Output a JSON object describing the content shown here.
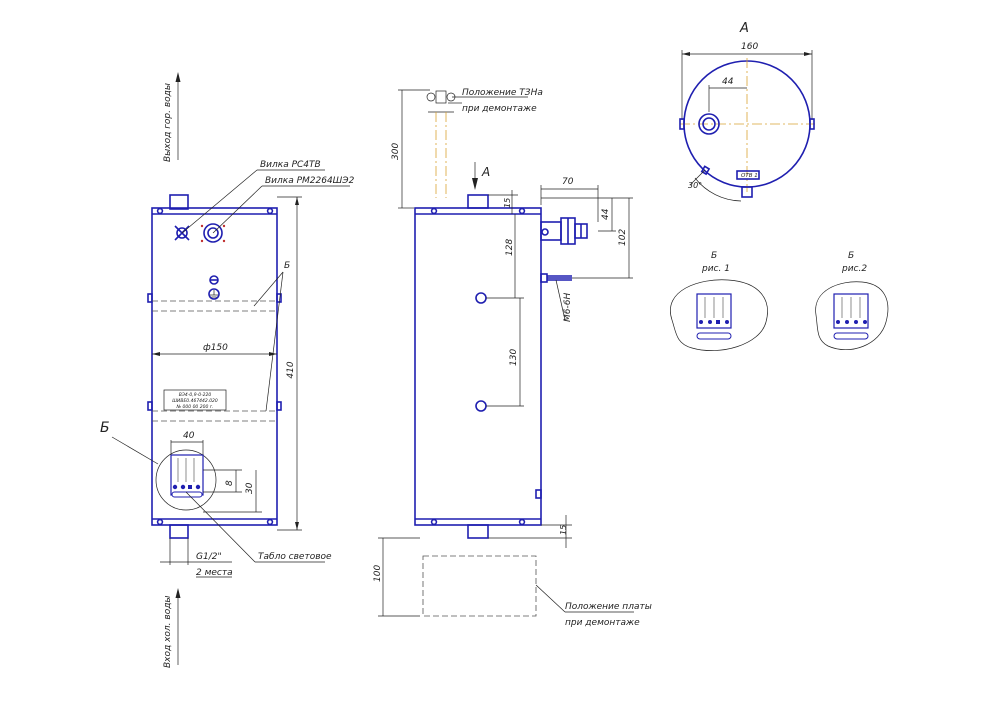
{
  "front_view": {
    "label_hot_water": "Выход гор. воды",
    "label_cold_water": "Вход хол. воды",
    "plug_1": "Вилка РС4ТВ",
    "plug_2": "Вилка РМ2264ШЭ2",
    "section_b_mark": "Б",
    "section_b_top": "Б",
    "dim_diameter": "ф150",
    "dim_height": "410",
    "dim_panel_width": "40",
    "dim_8": "8",
    "dim_30": "30",
    "thread": "G1/2\"",
    "thread_places": "2 места",
    "light_board": "Табло световое",
    "nameplate_line1": "ВЭ4-0,9-0-220",
    "nameplate_line2": "ШИВЕ0.467442.020",
    "nameplate_line3": "№ 000    00   200 г."
  },
  "side_view": {
    "dim_300": "300",
    "plug_position_1": "Положение ТЗНа",
    "plug_position_2": "при демонтаже",
    "view_a_arrow": "А",
    "dim_15_top": "15",
    "dim_70": "70",
    "dim_44": "44",
    "dim_102": "102",
    "dim_128": "128",
    "dim_130": "130",
    "nut": "М6-6Н",
    "dim_15_bottom": "15",
    "dim_100": "100",
    "plate_position_1": "Положение платы",
    "plate_position_2": "при демонтаже"
  },
  "view_a": {
    "title": "А",
    "dim_160": "160",
    "dim_44": "44",
    "angle": "30°",
    "tag": "ОТВ 1"
  },
  "detail_b": {
    "fig1_label": "Б",
    "fig1_caption": "рис. 1",
    "fig2_label": "Б",
    "fig2_caption": "рис.2"
  }
}
